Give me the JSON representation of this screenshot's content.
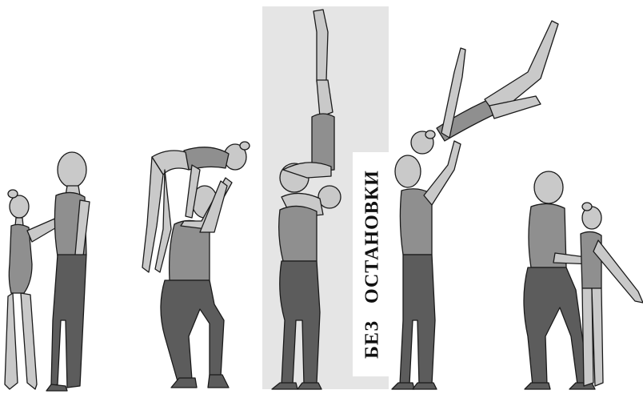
{
  "caption": {
    "text": "БЕЗ   ОСТАНОВКИ"
  },
  "colors": {
    "highlight_panel": "#e5e5e5",
    "skin": "#c9c9c9",
    "suit": "#8f8f8f",
    "legs": "#5c5c5c",
    "outline": "#1a1a1a"
  },
  "frames": [
    {
      "id": 1,
      "pose": "standing-pair"
    },
    {
      "id": 2,
      "pose": "back-arch-over-shoulders"
    },
    {
      "id": 3,
      "pose": "handstand-on-base"
    },
    {
      "id": 4,
      "pose": "toss-flight"
    },
    {
      "id": 5,
      "pose": "landing-pair"
    }
  ]
}
